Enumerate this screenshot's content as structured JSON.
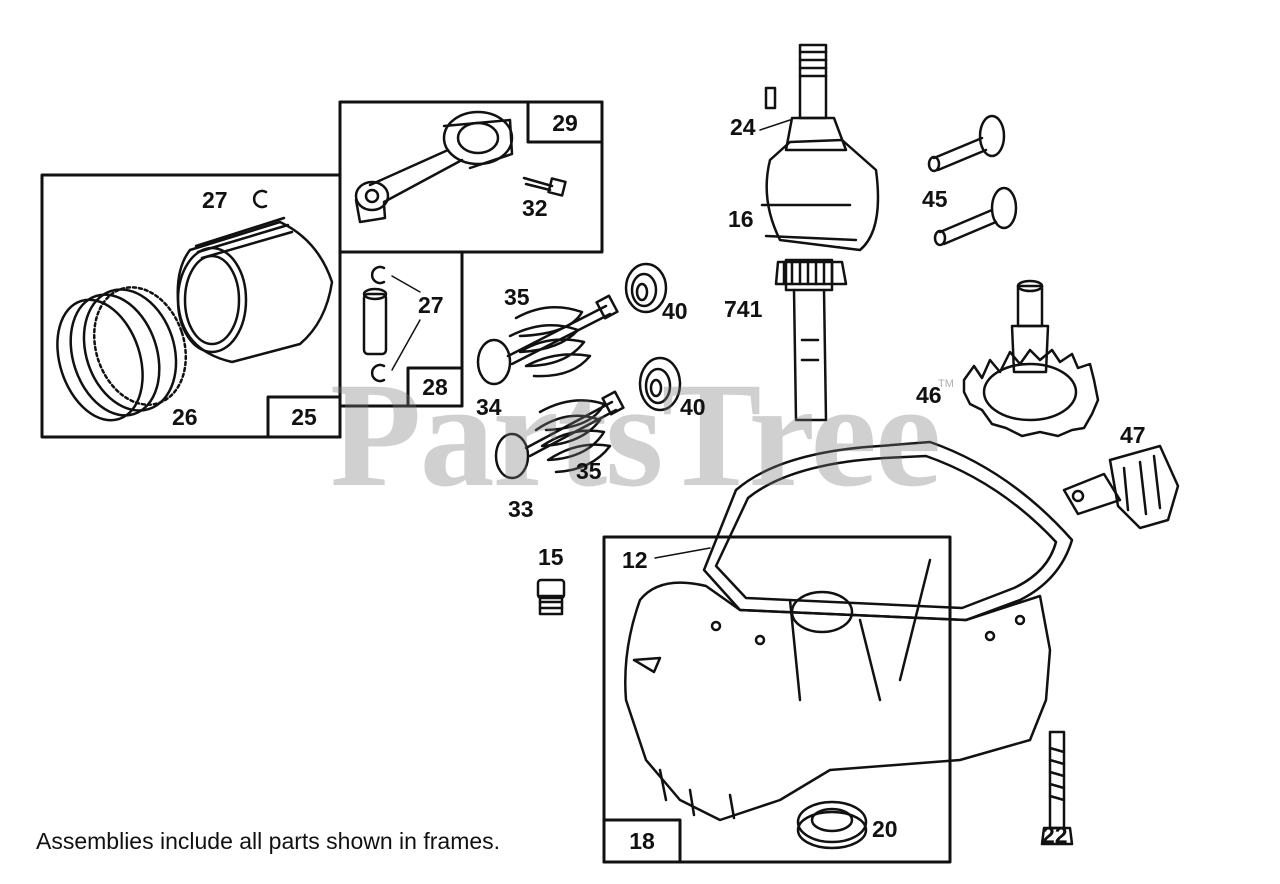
{
  "watermark": {
    "text": "PartsTree",
    "tm": "TM"
  },
  "footnote": "Assemblies include all parts shown in frames.",
  "frames": {
    "f25": "25",
    "f29": "29",
    "f28": "28",
    "f18": "18"
  },
  "callouts": {
    "c27a": "27",
    "c32": "32",
    "c27b": "27",
    "c26": "26",
    "c35a": "35",
    "c40a": "40",
    "c34": "34",
    "c40b": "40",
    "c35b": "35",
    "c33": "33",
    "c24": "24",
    "c16": "16",
    "c741": "741",
    "c45": "45",
    "c46": "46",
    "c47": "47",
    "c15": "15",
    "c12": "12",
    "c20": "20",
    "c22": "22"
  }
}
